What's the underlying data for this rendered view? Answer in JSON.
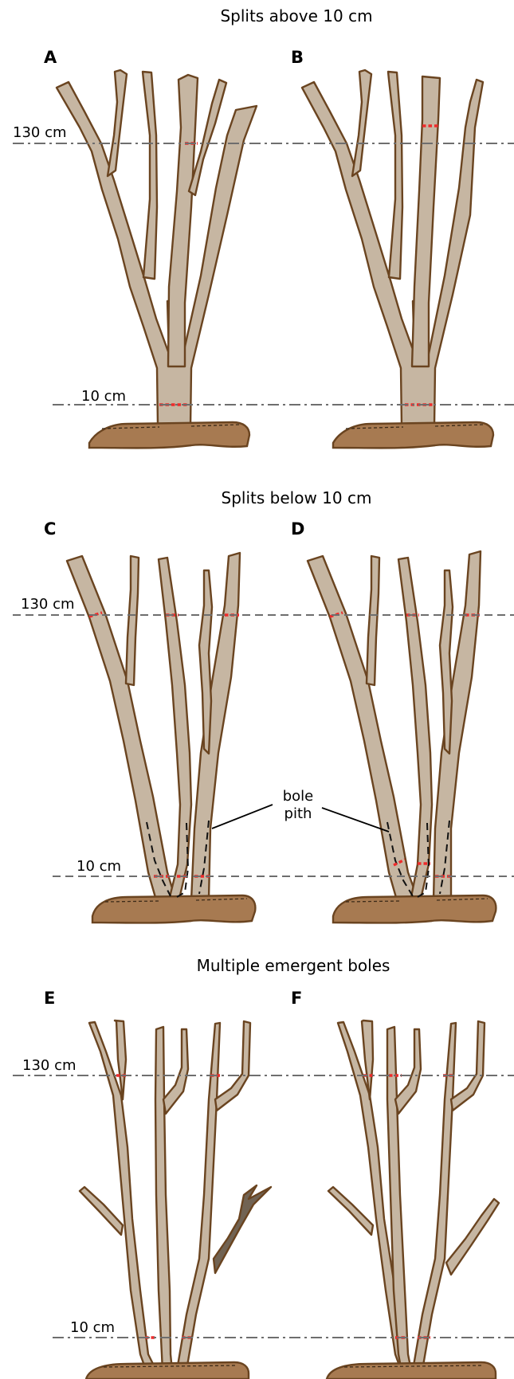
{
  "sections": [
    {
      "title": "Splits above 10 cm",
      "panels": [
        {
          "letter": "A"
        },
        {
          "letter": "B"
        }
      ]
    },
    {
      "title": "Splits below 10 cm",
      "panels": [
        {
          "letter": "C"
        },
        {
          "letter": "D"
        }
      ]
    },
    {
      "title": "Multiple emergent boles",
      "panels": [
        {
          "letter": "E"
        },
        {
          "letter": "F"
        }
      ]
    }
  ],
  "heights": {
    "upper": "130 cm",
    "lower": "10 cm"
  },
  "annotation": {
    "line1": "bole",
    "line2": "pith"
  },
  "colors": {
    "stem_fill": "#c6b6a2",
    "stem_outline": "#6a4420",
    "ground_fill": "#a77a51",
    "dead_branch": "#716353",
    "measurement_mark": "#ee2b2b",
    "guide_line": "#6e6e6e"
  }
}
